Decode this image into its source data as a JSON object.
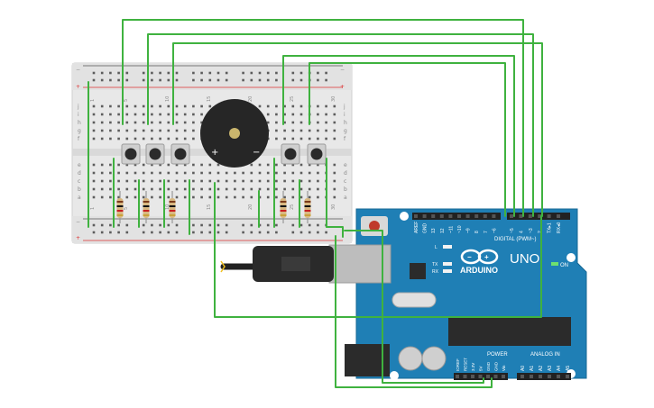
{
  "breadboard": {
    "row_letters_top": [
      "j",
      "i",
      "h",
      "g",
      "f"
    ],
    "row_letters_bottom": [
      "e",
      "d",
      "c",
      "b",
      "a"
    ],
    "column_numbers": [
      "1",
      "",
      "",
      "",
      "5",
      "",
      "",
      "",
      "",
      "10",
      "",
      "",
      "",
      "",
      "15",
      "",
      "",
      "",
      "",
      "20",
      "",
      "",
      "",
      "",
      "25",
      "",
      "",
      "",
      "",
      "30"
    ],
    "rail_plus": "+",
    "rail_minus": "−"
  },
  "buzzer": {
    "plus_label": "+",
    "minus_label": "−"
  },
  "arduino": {
    "brand": "ARDUINO",
    "model": "UNO",
    "on_label": "ON",
    "digital_label": "DIGITAL (PWM~)",
    "power_label": "POWER",
    "analog_label": "ANALOG IN",
    "tx_label": "TX",
    "rx_label": "RX",
    "l_label": "L",
    "reset_label": "RESET",
    "digital_pins": [
      "AREF",
      "GND",
      "13",
      "12",
      "~11",
      "~10",
      "~9",
      "8",
      "7",
      "~6",
      "~5",
      "4",
      "~3",
      "2",
      "TX▸1",
      "RX◂0"
    ],
    "power_pins": [
      "IOREF",
      "RESET",
      "3.3V",
      "5V",
      "GND",
      "GND",
      "Vin"
    ],
    "analog_pins": [
      "A0",
      "A1",
      "A2",
      "A3",
      "A4",
      "A5"
    ]
  },
  "colors": {
    "wire": "#3fb23f",
    "board": "#1f7fb5",
    "breadboard": "#e6e6e6"
  }
}
